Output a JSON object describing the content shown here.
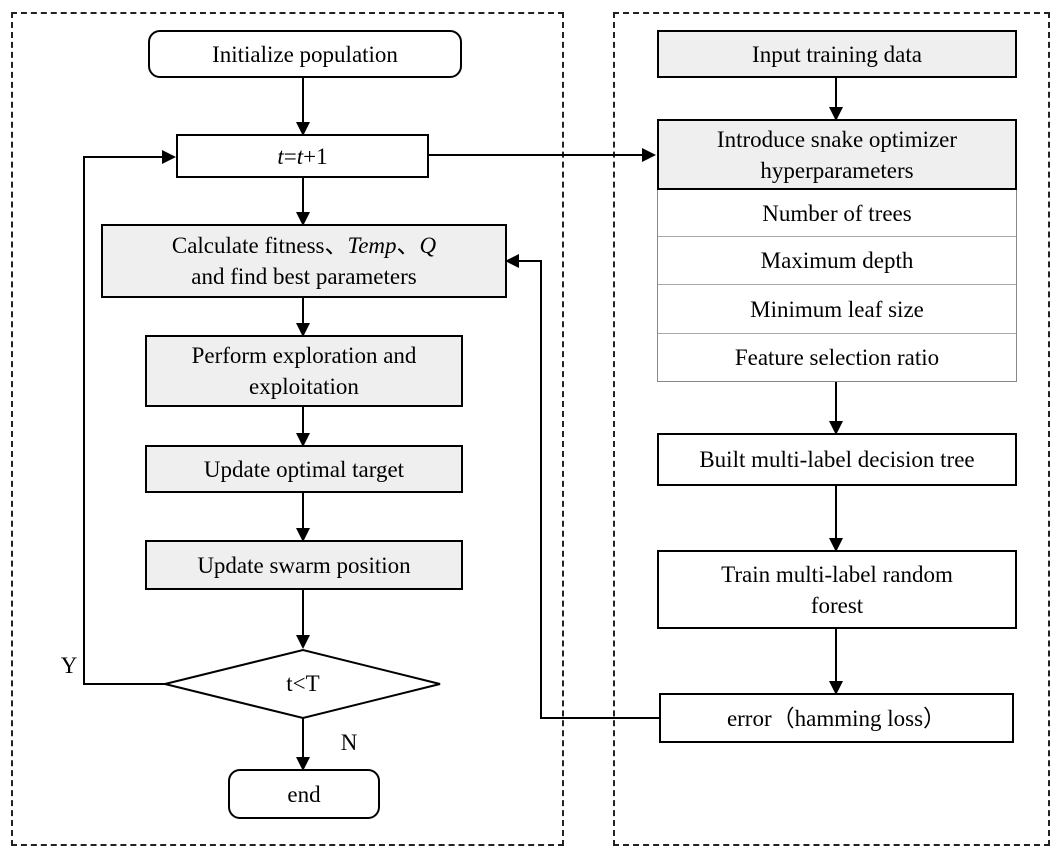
{
  "left_flow": {
    "init": "Initialize population",
    "iter_pre": "t",
    "iter_mid": "=",
    "iter_var": "t",
    "iter_post": "+1",
    "calc_line1_a": "Calculate fitness、",
    "calc_line1_temp": "Temp",
    "calc_line1_sep": "、",
    "calc_line1_q": "Q",
    "calc_line2": "and find best parameters",
    "explore_line1": "Perform exploration and",
    "explore_line2": "exploitation",
    "update_target": "Update optimal target",
    "update_swarm": "Update swarm position",
    "decision": "t<T",
    "yes_label": "Y",
    "no_label": "N",
    "end": "end"
  },
  "right_flow": {
    "input": "Input training data",
    "snake_line1": "Introduce snake optimizer",
    "snake_line2": "hyperparameters",
    "params": [
      "Number of trees",
      "Maximum depth",
      "Minimum leaf size",
      "Feature selection ratio"
    ],
    "tree": "Built multi-label decision tree",
    "forest_line1": "Train multi-label random",
    "forest_line2": "forest",
    "error": "error（hamming loss）"
  },
  "colors": {
    "gray_fill": "#efefef",
    "line": "#000000"
  }
}
